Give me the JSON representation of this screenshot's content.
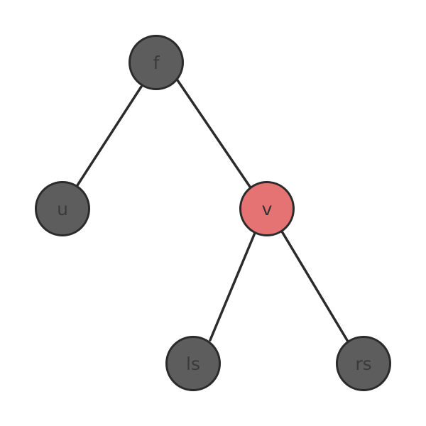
{
  "tree": {
    "nodes": [
      {
        "id": "f",
        "label": "f",
        "highlighted": false
      },
      {
        "id": "u",
        "label": "u",
        "highlighted": false
      },
      {
        "id": "v",
        "label": "v",
        "highlighted": true
      },
      {
        "id": "ls",
        "label": "ls",
        "highlighted": false
      },
      {
        "id": "rs",
        "label": "rs",
        "highlighted": false
      }
    ],
    "edges": [
      {
        "from": "f",
        "to": "u"
      },
      {
        "from": "f",
        "to": "v"
      },
      {
        "from": "v",
        "to": "ls"
      },
      {
        "from": "v",
        "to": "rs"
      }
    ]
  },
  "colors": {
    "node_fill": "#5d5d5d",
    "highlight_fill": "#e57373",
    "stroke": "#2b2b2b"
  }
}
